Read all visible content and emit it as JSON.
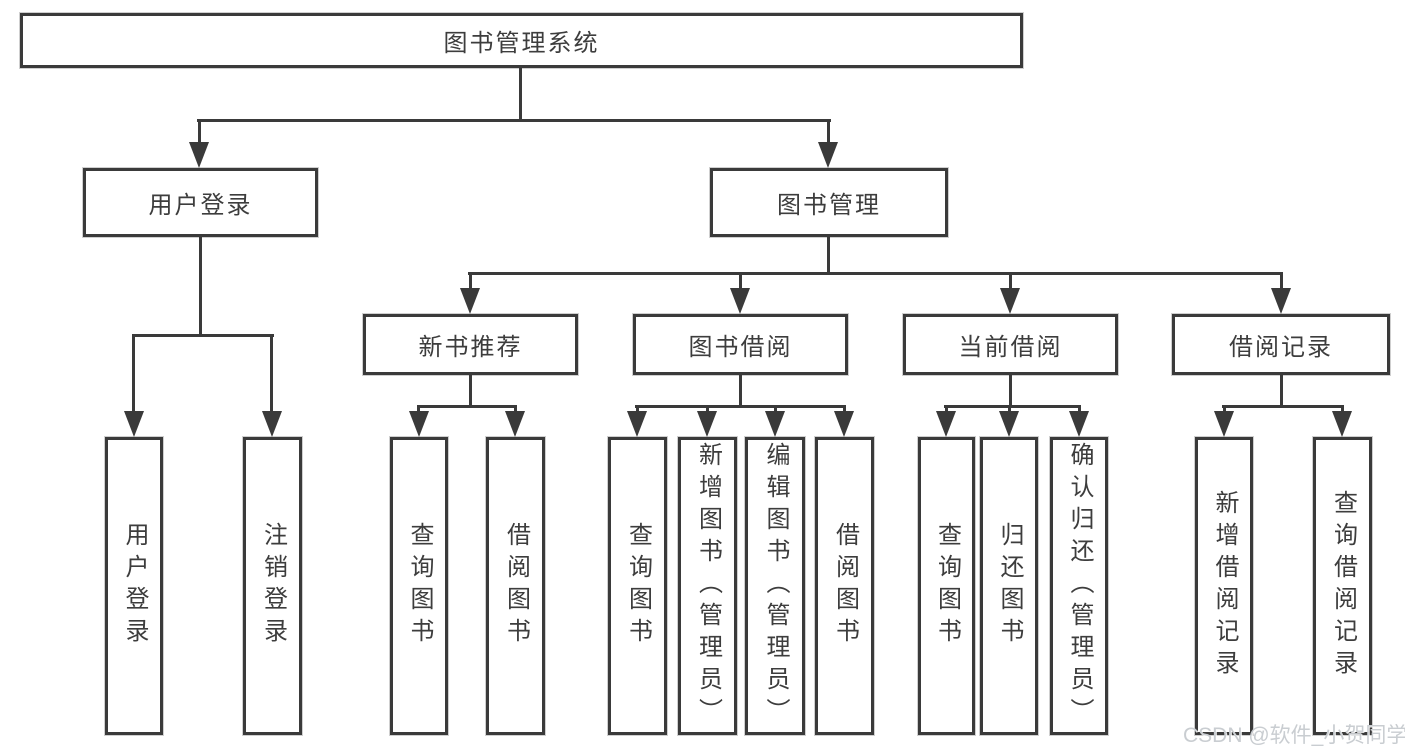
{
  "tree": {
    "root": {
      "label": "图书管理系统"
    },
    "branches": [
      {
        "label": "用户登录",
        "children": [
          {
            "label": "用户登录"
          },
          {
            "label": "注销登录"
          }
        ]
      },
      {
        "label": "图书管理",
        "children": [
          {
            "label": "新书推荐",
            "children": [
              {
                "label": "查询图书"
              },
              {
                "label": "借阅图书"
              }
            ]
          },
          {
            "label": "图书借阅",
            "children": [
              {
                "label": "查询图书"
              },
              {
                "label": "新增图书（管理员）"
              },
              {
                "label": "编辑图书（管理员）"
              },
              {
                "label": "借阅图书"
              }
            ]
          },
          {
            "label": "当前借阅",
            "children": [
              {
                "label": "查询图书"
              },
              {
                "label": "归还图书"
              },
              {
                "label": "确认归还（管理员）"
              }
            ]
          },
          {
            "label": "借阅记录",
            "children": [
              {
                "label": "新增借阅记录"
              },
              {
                "label": "查询借阅记录"
              }
            ]
          }
        ]
      }
    ]
  },
  "watermark": "CSDN @软件_小贺同学",
  "colors": {
    "line": "#3a3a3a",
    "text": "#3d3d3d",
    "background": "#ffffff",
    "watermark": "#c9cdd1"
  }
}
